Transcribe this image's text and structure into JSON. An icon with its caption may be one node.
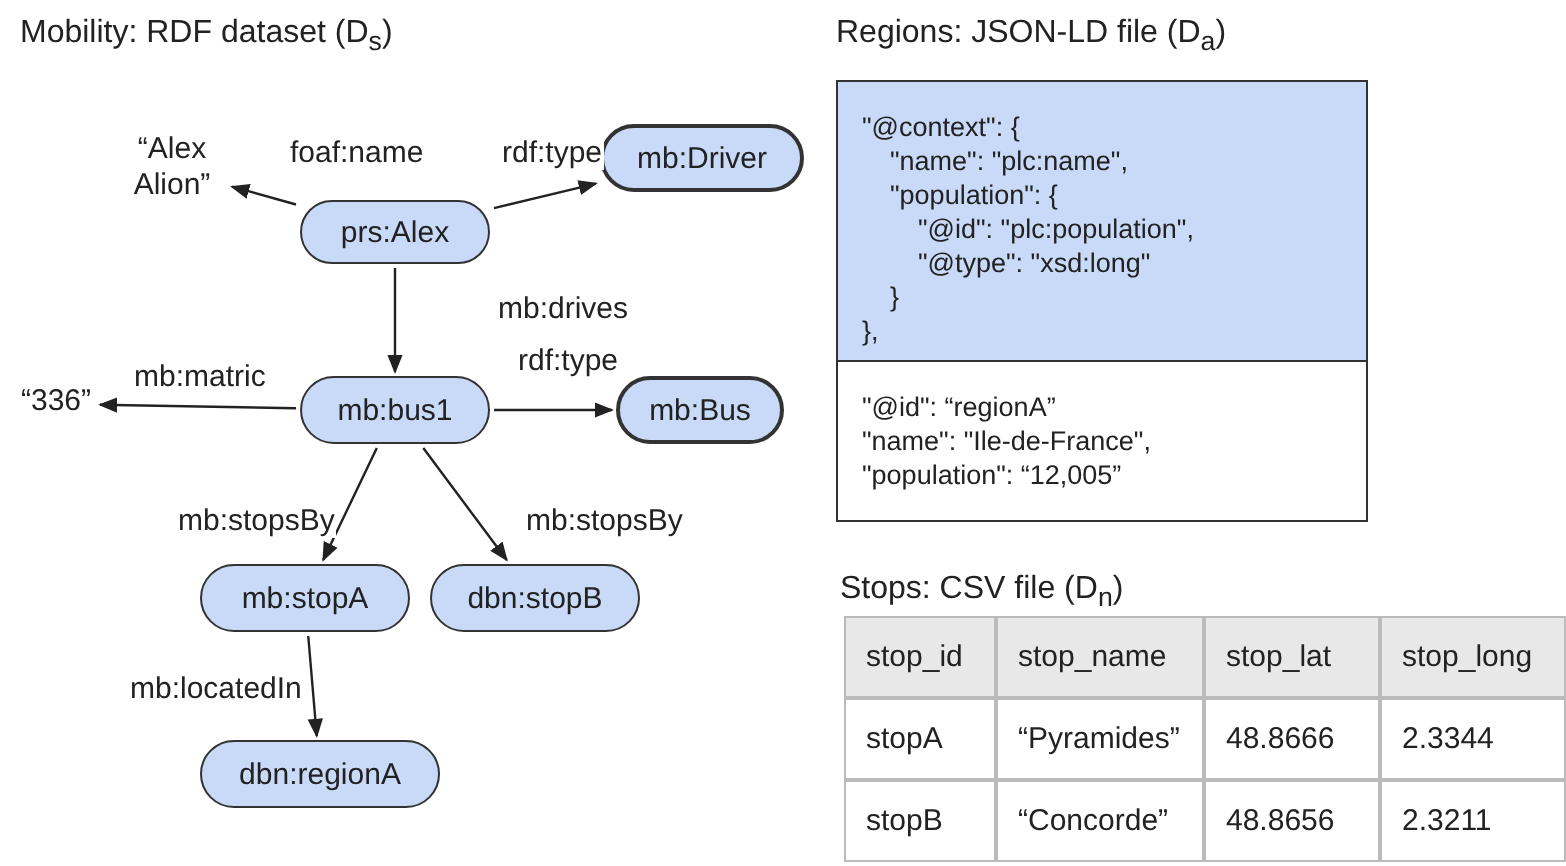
{
  "diagram": {
    "nodes": [
      {
        "text": [
          "“Alex Alion”"
        ]
      },
      {
        "text": [
          "prs:Alex"
        ]
      },
      {
        "text": [
          "mb:Driver"
        ]
      },
      {
        "text": [
          "“336”"
        ]
      },
      {
        "text": [
          "mb:bus1"
        ]
      },
      {
        "text": [
          "mb:Bus"
        ]
      },
      {
        "text": [
          "mb:stopA"
        ]
      },
      {
        "text": [
          "dbn:stopB"
        ]
      },
      {
        "text": [
          "dbn:regionA"
        ]
      },
      {
        "text": [
          "\"@context\": {",
          "\"name\": \"plc:name\",",
          "\"population\": {",
          "\"@id\": \"plc:population\",",
          "\"@type\": \"xsd:long\"",
          "}",
          "},"
        ]
      },
      {
        "text": [
          "\"@id\": “regionA”",
          "\"name\": \"Ile-de-France\",",
          "\"population\": “12,005”"
        ]
      }
    ],
    "edges": [
      {
        "from": 1,
        "to": 0,
        "label": "foaf:name",
        "arrow": "to"
      },
      {
        "from": 1,
        "to": 2,
        "label": "rdf:type",
        "arrow": "to"
      },
      {
        "from": 1,
        "to": 4,
        "label": "mb:drives",
        "arrow": "to"
      },
      {
        "from": 4,
        "to": 3,
        "label": "mb:matric",
        "arrow": "to"
      },
      {
        "from": 4,
        "to": 5,
        "label": "rdf:type",
        "arrow": "to"
      },
      {
        "from": 4,
        "to": 6,
        "label": "mb:stopsBy",
        "arrow": "to"
      },
      {
        "from": 4,
        "to": 7,
        "label": "mb:stopsBy",
        "arrow": "to"
      },
      {
        "from": 6,
        "to": 8,
        "label": "mb:locatedIn",
        "arrow": "to"
      }
    ],
    "labels": [
      "Mobility: RDF dataset (D$_{s}$)",
      "Regions: JSON-LD file (D$_{a}$)",
      "Stops: CSV file (D$_{n}$)",
      "stop_id",
      "stop_name",
      "stop_lat",
      "stop_long",
      "stopA",
      "“Pyramides”",
      "48.8666",
      "2.3344",
      "stopB",
      "“Concorde”",
      "48.8656",
      "2.3211"
    ]
  }
}
